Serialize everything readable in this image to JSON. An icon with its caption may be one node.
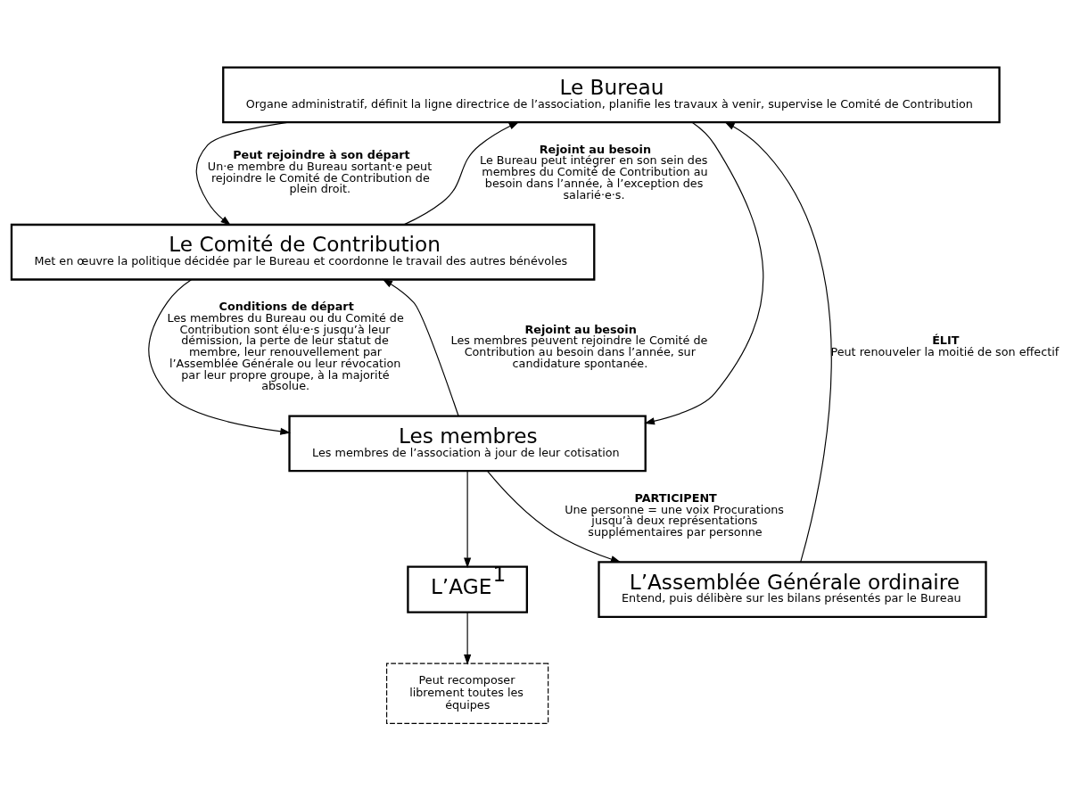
{
  "diagram": {
    "nodes": [
      {
        "text": [
          "Le Bureau",
          "Organe administratif, définit la ligne directrice de l’association, planifie les travaux à venir, supervise le Comité de Contribution"
        ]
      },
      {
        "text": [
          "Le Comité de Contribution",
          "Met en œuvre la politique décidée par le Bureau et coordonne le travail des autres bénévoles"
        ]
      },
      {
        "text": [
          "L’Assemblée Générale ordinaire",
          "Entend, puis délibère sur les bilans présentés par le Bureau"
        ]
      },
      {
        "text": [
          "L’AGE$^{1}$"
        ]
      },
      {
        "text": [
          "Peut recomposer librement toutes les équipes"
        ]
      },
      {
        "text": [
          "Les membres",
          "Les membres de l’association à jour de leur cotisation"
        ]
      }
    ],
    "edges": [
      {
        "from": 2,
        "to": 0,
        "arrow": "to",
        "label": "**ÉLIT** Peut renouveler la moitié de son effectif"
      },
      {
        "from": 1,
        "to": 0,
        "arrow": "to",
        "label": "**Rejoint au besoin** Le Bureau peut intégrer en son sein des membres du Comité de Contribution au besoin dans l’année, à l’exception des salarié·e·s."
      },
      {
        "from": 0,
        "to": 1,
        "arrow": "to",
        "label": "**Peut rejoindre à son départ** Un·e membre du Bureau sortant·e peut rejoindre le Comité de Contribution de plein droit."
      },
      {
        "from": 5,
        "to": 2,
        "arrow": "to",
        "label": "**PARTICIPENT** Une personne = une voix Procurations jusqu’à deux représentations supplémentaires par personne"
      },
      {
        "from": 5,
        "to": 3,
        "arrow": "to"
      },
      {
        "from": 3,
        "to": 4,
        "arrow": "to"
      },
      {
        "from": 5,
        "to": 1,
        "arrow": "to",
        "label": "**Rejoint au besoin** Les membres peuvent rejoindre le Comité de Contribution au besoin dans l’année, sur candidature spontanée."
      },
      {
        "from": 1,
        "to": 5,
        "arrow": "to",
        "label": "**Conditions de départ** Les membres du Bureau ou du Comité de Contribution sont élu·e·s jusqu’à leur démission, la perte de leur statut de membre, leur renouvellement par l’Assemblée Générale ou leur révocation par leur propre groupe, à la majorité absolue."
      },
      {
        "from": 0,
        "to": 5,
        "arrow": "to"
      }
    ]
  }
}
